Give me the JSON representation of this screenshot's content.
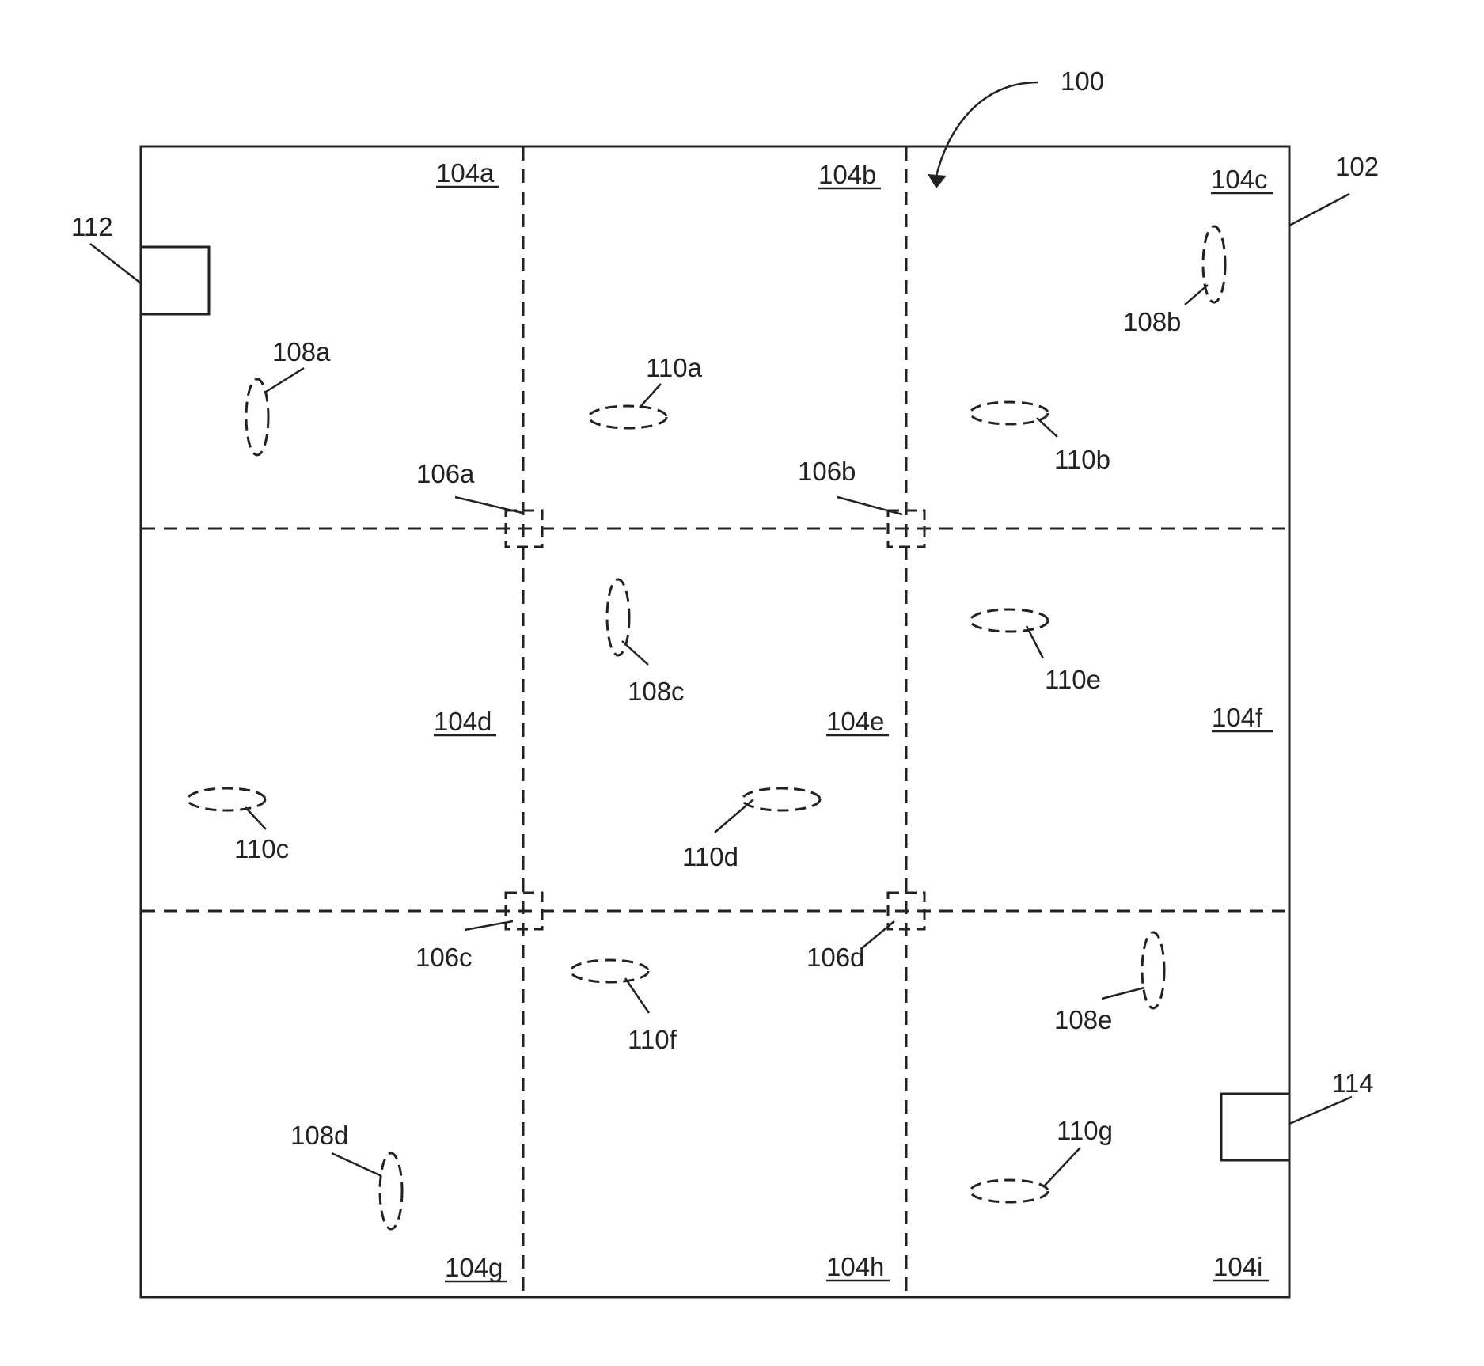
{
  "figure": {
    "ref_system": "100",
    "ref_enclosure": "102",
    "ref_box_left": "112",
    "ref_box_right": "114",
    "zones": [
      "104a",
      "104b",
      "104c",
      "104d",
      "104e",
      "104f",
      "104g",
      "104h",
      "104i"
    ],
    "nodes": [
      "106a",
      "106b",
      "106c",
      "106d"
    ],
    "vertical_ovals": [
      "108a",
      "108b",
      "108c",
      "108d",
      "108e"
    ],
    "horizontal_ovals": [
      "110a",
      "110b",
      "110c",
      "110d",
      "110e",
      "110f",
      "110g"
    ]
  }
}
